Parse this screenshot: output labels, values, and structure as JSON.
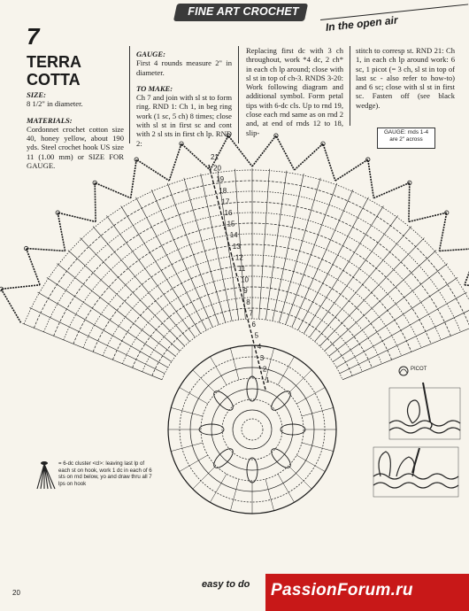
{
  "header": {
    "banner": "FINE ART CROCHET",
    "subtitle": "In the open air"
  },
  "pattern": {
    "number": "7",
    "title_line1": "TERRA",
    "title_line2": "COTTA"
  },
  "col1": {
    "size_head": "SIZE:",
    "size_text": "8 1/2\" in diameter.",
    "materials_head": "MATERIALS:",
    "materials_text": "Cordonnet crochet cotton size 40, honey yellow, about 190 yds. Steel crochet hook US size 11 (1.00 mm) or SIZE FOR GAUGE."
  },
  "col2": {
    "gauge_head": "GAUGE:",
    "gauge_text": "First 4 rounds measure 2\" in diameter.",
    "make_head": "TO MAKE:",
    "make_text": "Ch 7 and join with sl st to form ring. RND 1: Ch 1, in beg ring work (1 sc, 5 ch) 8 times; close with sl st in first sc and cont with 2 sl sts in first ch lp. RND 2:"
  },
  "col3": {
    "text": "Replacing first dc with 3 ch throughout, work *4 dc, 2 ch* in each ch lp around; close with sl st in top of ch-3. RNDS 3-20: Work following diagram and additional symbol. Form petal tips with 6-dc cls. Up to rnd 19, close each rnd same as on rnd 2 and, at end of rnds 12 to 18, slip-"
  },
  "col4": {
    "text": "stitch to corresp st. RND 21: Ch 1, in each ch lp around work: 6 sc, 1 picot (= 3 ch, sl st in top of last sc - also refer to how-to) and 6 sc; close with sl st in first sc. Fasten off (see black wedge)."
  },
  "gauge_box": {
    "line1": "GAUGE: rnds 1-4",
    "line2": "are 2\" across"
  },
  "diagram": {
    "round_labels": [
      "21",
      "20",
      "19",
      "18",
      "17",
      "16",
      "15",
      "14",
      "13",
      "12",
      "11",
      "10",
      "9",
      "8",
      "7",
      "6",
      "5",
      "4",
      "3",
      "2",
      "1"
    ]
  },
  "legend": {
    "picot": "PICOT",
    "cluster_text": "= 6-dc cluster <cl>: leaving last lp of each st on hook, work 1 dc in each of 6 sts on rnd below, yo and draw thru all 7 lps on hook"
  },
  "footer": {
    "page_number": "20",
    "logo": "easy to do",
    "watermark": "PassionForum.ru"
  },
  "colors": {
    "paper": "#f7f4ec",
    "ink": "#1a1a1a",
    "watermark_bg": "#c81818"
  }
}
